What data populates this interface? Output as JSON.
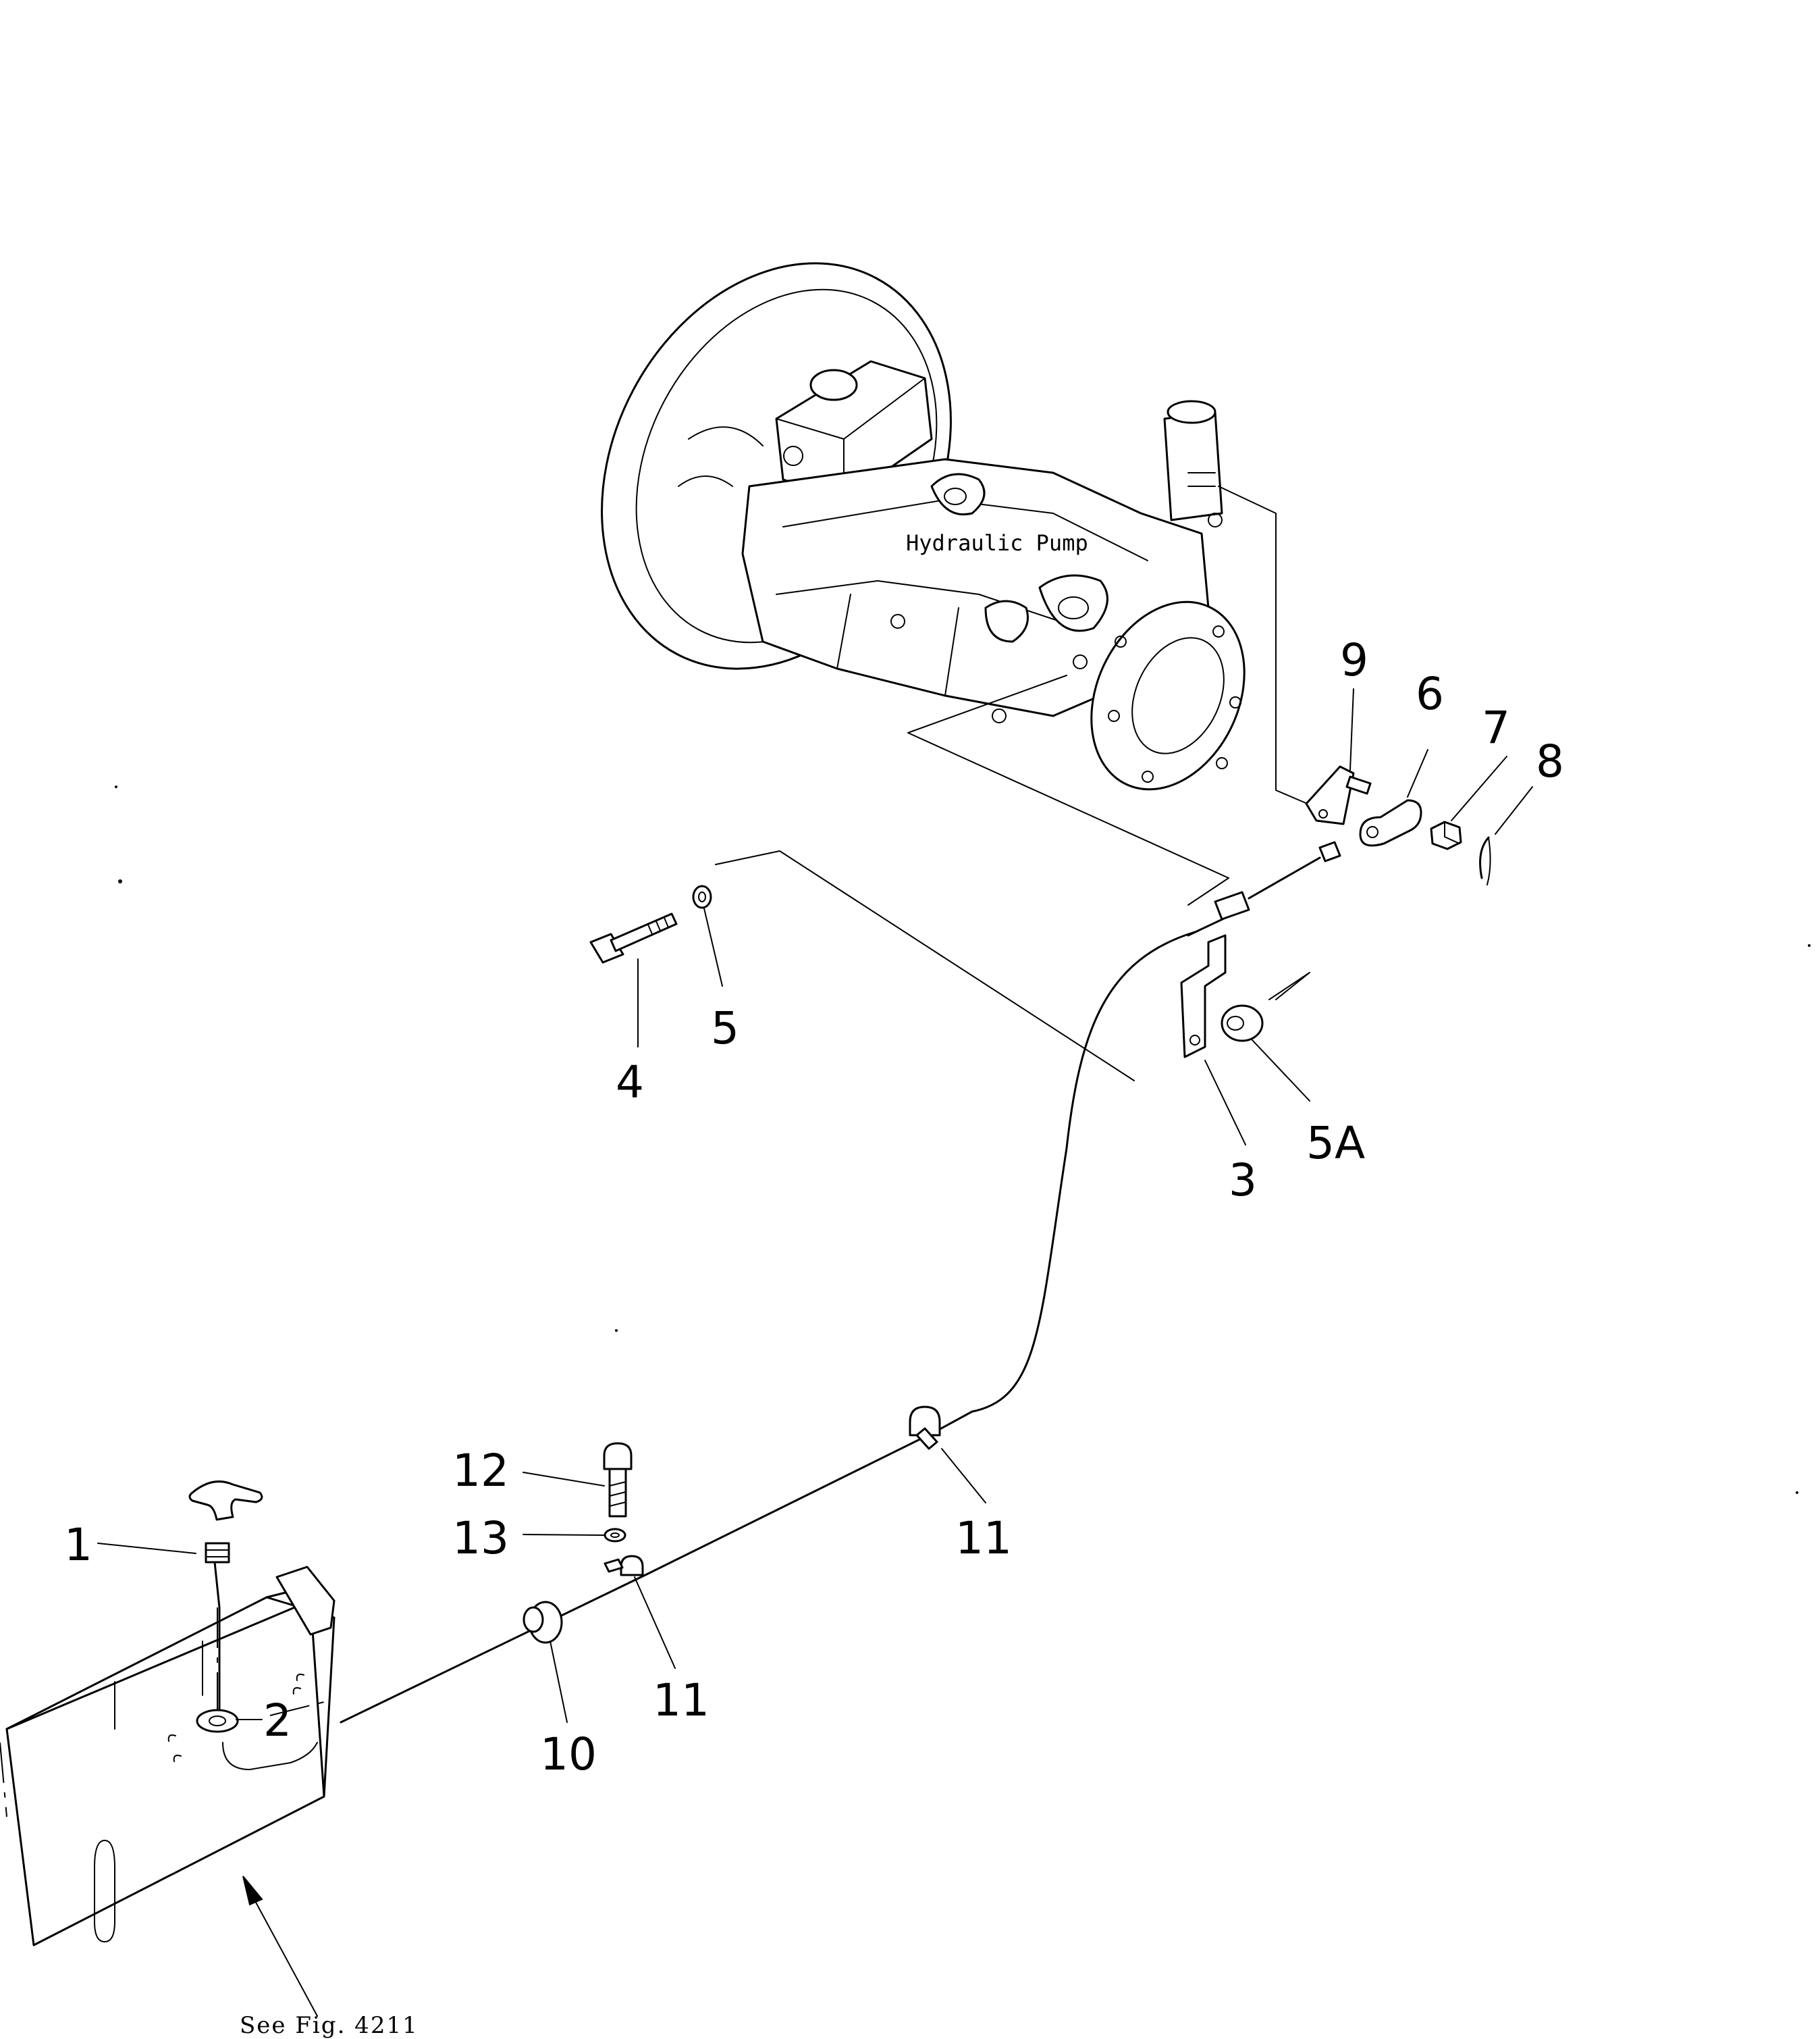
{
  "diagram": {
    "pump_label": "Hydraulic Pump",
    "reference_note": "See Fig. 4211",
    "callouts": [
      {
        "id": "c1",
        "label": "1"
      },
      {
        "id": "c2",
        "label": "2"
      },
      {
        "id": "c3",
        "label": "3"
      },
      {
        "id": "c4",
        "label": "4"
      },
      {
        "id": "c5",
        "label": "5"
      },
      {
        "id": "c5a",
        "label": "5A"
      },
      {
        "id": "c6",
        "label": "6"
      },
      {
        "id": "c7",
        "label": "7"
      },
      {
        "id": "c8",
        "label": "8"
      },
      {
        "id": "c9",
        "label": "9"
      },
      {
        "id": "c10",
        "label": "10"
      },
      {
        "id": "c11a",
        "label": "11"
      },
      {
        "id": "c11b",
        "label": "11"
      },
      {
        "id": "c12",
        "label": "12"
      },
      {
        "id": "c13",
        "label": "13"
      }
    ]
  }
}
